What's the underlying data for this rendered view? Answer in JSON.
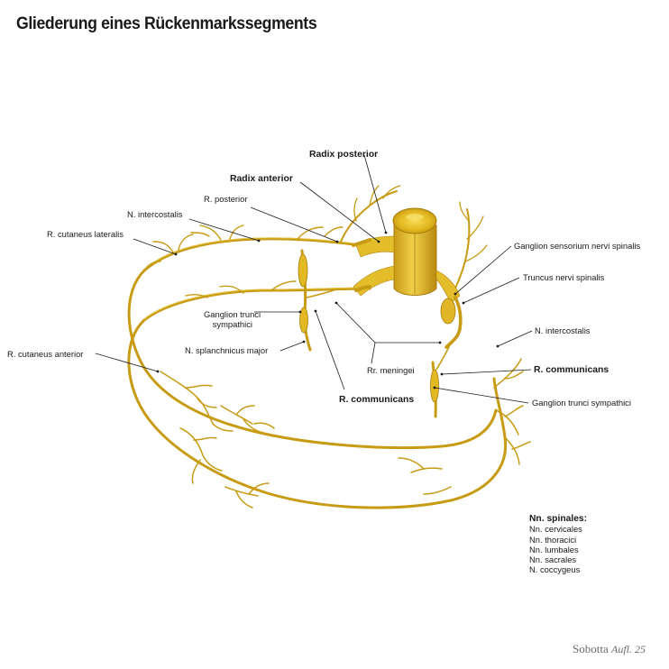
{
  "title": "Gliederung eines Rückenmarkssegments",
  "labels": {
    "radix_posterior": "Radix posterior",
    "radix_anterior": "Radix anterior",
    "r_posterior": "R. posterior",
    "n_intercostalis_left": "N. intercostalis",
    "r_cutaneus_lateralis": "R. cutaneus lateralis",
    "ganglion_trunci_left_1": "Ganglion trunci",
    "ganglion_trunci_left_2": "sympathici",
    "n_splanchnicus": "N. splanchnicus major",
    "r_cutaneus_anterior": "R. cutaneus anterior",
    "rr_meningei": "Rr. meningei",
    "r_communicans_left": "R. communicans",
    "ganglion_sensorium": "Ganglion sensorium nervi spinalis",
    "truncus_nervi": "Truncus nervi spinalis",
    "n_intercostalis_right": "N. intercostalis",
    "r_communicans_right": "R. communicans",
    "ganglion_trunci_right": "Ganglion trunci sympathici"
  },
  "legend": {
    "heading": "Nn. spinales:",
    "items": [
      "Nn. cervicales",
      "Nn. thoracici",
      "Nn. lumbales",
      "Nn. sacrales",
      "N. coccygeus"
    ]
  },
  "credit": {
    "name": "Sobotta",
    "edition": "Aufl. 25"
  },
  "colors": {
    "nerve": "#c79b13",
    "nerve_highlight": "#f0cf4e",
    "cord": "#e8c020"
  }
}
